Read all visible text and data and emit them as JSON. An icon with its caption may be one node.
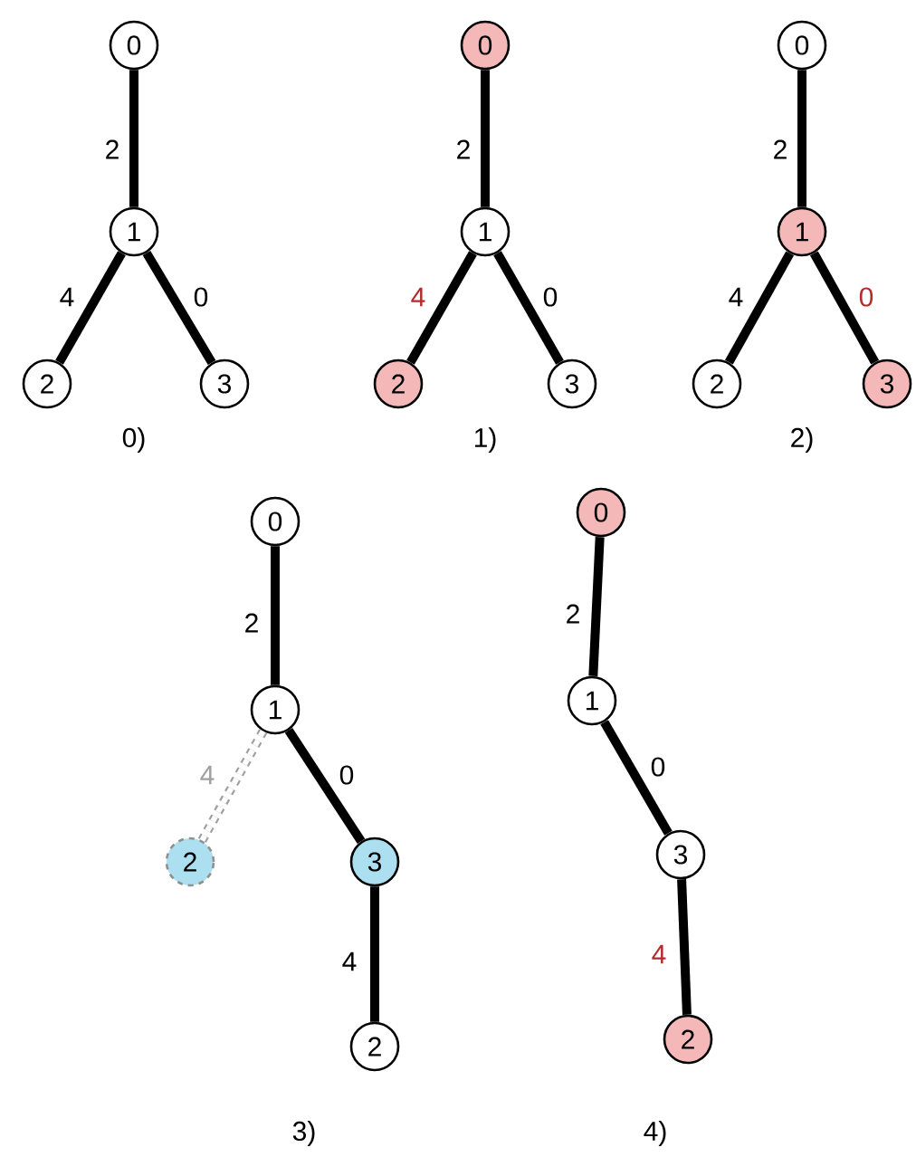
{
  "diagram": {
    "nodes": [
      {
        "text": [
          "0"
        ]
      },
      {
        "text": [
          "1"
        ]
      },
      {
        "text": [
          "2"
        ]
      },
      {
        "text": [
          "3"
        ]
      },
      {
        "text": [
          "0"
        ]
      },
      {
        "text": [
          "1"
        ]
      },
      {
        "text": [
          "2"
        ]
      },
      {
        "text": [
          "3"
        ]
      },
      {
        "text": [
          "0"
        ]
      },
      {
        "text": [
          "1"
        ]
      },
      {
        "text": [
          "2"
        ]
      },
      {
        "text": [
          "3"
        ]
      },
      {
        "text": [
          "0"
        ]
      },
      {
        "text": [
          "1"
        ]
      },
      {
        "text": [
          "2"
        ]
      },
      {
        "text": [
          "3"
        ]
      },
      {
        "text": [
          "2"
        ]
      },
      {
        "text": [
          "0"
        ]
      },
      {
        "text": [
          "1"
        ]
      },
      {
        "text": [
          "3"
        ]
      },
      {
        "text": [
          "2"
        ]
      }
    ],
    "edges": [
      {
        "from": 0,
        "to": 1,
        "arrow": "none",
        "label": "2"
      },
      {
        "from": 1,
        "to": 2,
        "arrow": "none",
        "label": "4"
      },
      {
        "from": 1,
        "to": 3,
        "arrow": "none",
        "label": "0"
      },
      {
        "from": 4,
        "to": 5,
        "arrow": "none",
        "label": "2"
      },
      {
        "from": 5,
        "to": 6,
        "arrow": "none",
        "label": "4"
      },
      {
        "from": 5,
        "to": 7,
        "arrow": "none",
        "label": "0"
      },
      {
        "from": 8,
        "to": 9,
        "arrow": "none",
        "label": "2"
      },
      {
        "from": 9,
        "to": 10,
        "arrow": "none",
        "label": "4"
      },
      {
        "from": 9,
        "to": 11,
        "arrow": "none",
        "label": "0"
      },
      {
        "from": 12,
        "to": 13,
        "arrow": "none",
        "label": "2"
      },
      {
        "from": 13,
        "to": 14,
        "arrow": "none",
        "label": "4",
        "style": "dashed",
        "color": "#a0a0a0"
      },
      {
        "from": 13,
        "to": 15,
        "arrow": "none",
        "label": "0"
      },
      {
        "from": 15,
        "to": 16,
        "arrow": "none",
        "label": "4"
      },
      {
        "from": 17,
        "to": 18,
        "arrow": "none",
        "label": "2"
      },
      {
        "from": 18,
        "to": 19,
        "arrow": "none",
        "label": "0"
      },
      {
        "from": 19,
        "to": 20,
        "arrow": "none",
        "label": "4"
      }
    ],
    "labels": [
      "0)",
      "1)",
      "2)",
      "3)",
      "4)"
    ]
  }
}
